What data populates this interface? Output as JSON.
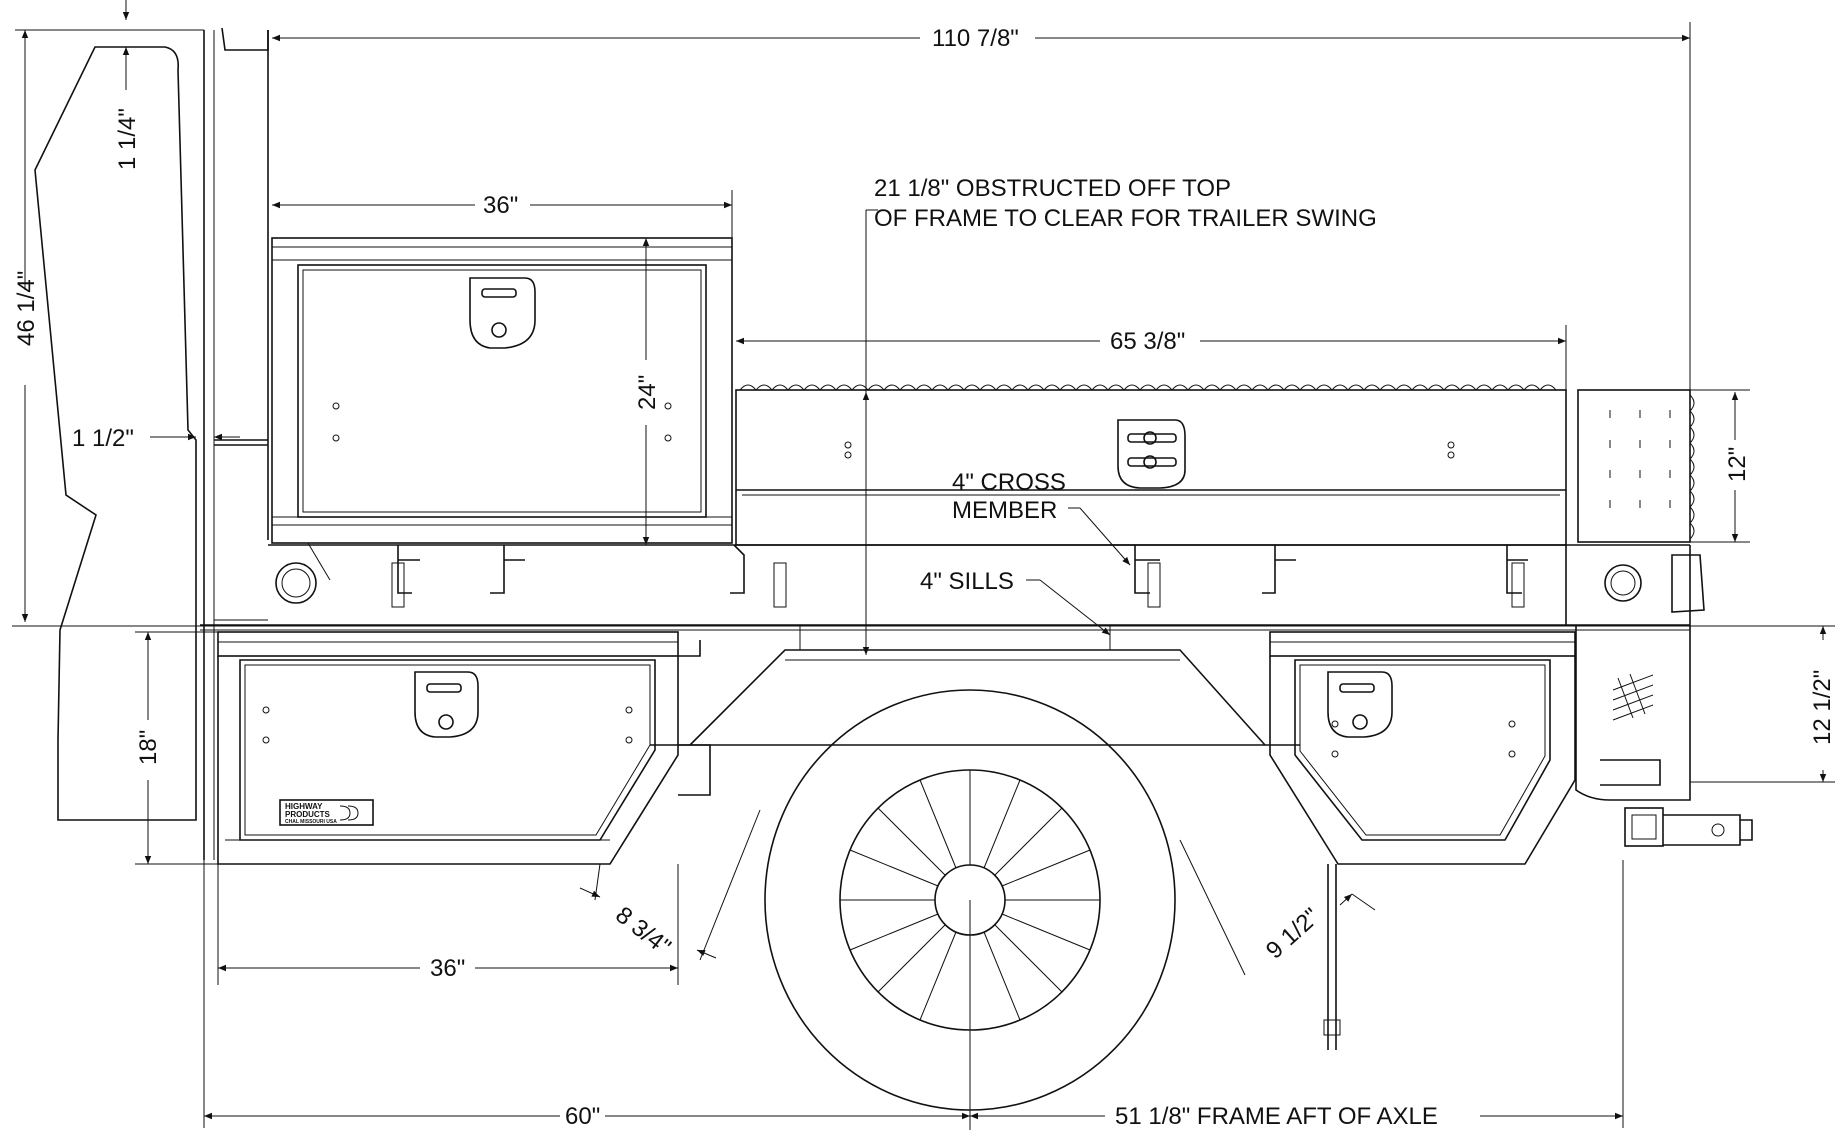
{
  "drawing": {
    "dimensions": {
      "overall_length": "110 7/8\"",
      "overall_height": "46 1/4\"",
      "top_offset": "1 1/4\"",
      "side_offset": "1 1/2\"",
      "upper_box_width": "36\"",
      "upper_box_height": "24\"",
      "lower_box_width": "36\"",
      "lower_box_height": "18\"",
      "chest_width": "65 3/8\"",
      "rear_box_height": "12\"",
      "hitch_drop": "12 1/2\"",
      "left_box_bevel": "8 3/4\"",
      "right_box_bevel": "9 1/2\"",
      "axle_forward": "60\"",
      "axle_aft": "51 1/8\" FRAME AFT OF AXLE"
    },
    "notes": {
      "obstructed_line1": "21 1/8\" OBSTRUCTED OFF TOP",
      "obstructed_line2": "OF FRAME TO CLEAR FOR TRAILER SWING",
      "cross_member_line1": "4\" CROSS",
      "cross_member_line2": "MEMBER",
      "sills": "4\" SILLS"
    },
    "logo": {
      "line1": "HIGHWAY",
      "line2": "PRODUCTS",
      "line3": "CHAL MISSOURI USA"
    }
  }
}
